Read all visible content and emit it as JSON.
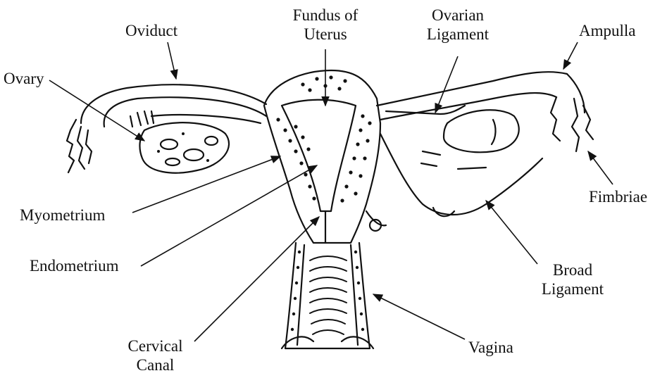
{
  "labels": {
    "oviduct": "Oviduct",
    "ovary": "Ovary",
    "fundus_line1": "Fundus of",
    "fundus_line2": "Uterus",
    "ovarian_ligament_line1": "Ovarian",
    "ovarian_ligament_line2": "Ligament",
    "ampulla": "Ampulla",
    "fimbriae": "Fimbriae",
    "myometrium": "Myometrium",
    "endometrium": "Endometrium",
    "broad_ligament_line1": "Broad",
    "broad_ligament_line2": "Ligament",
    "cervical_canal_line1": "Cervical",
    "cervical_canal_line2": "Canal",
    "vagina": "Vagina"
  },
  "colors": {
    "ink": "#111111",
    "background": "#ffffff"
  }
}
